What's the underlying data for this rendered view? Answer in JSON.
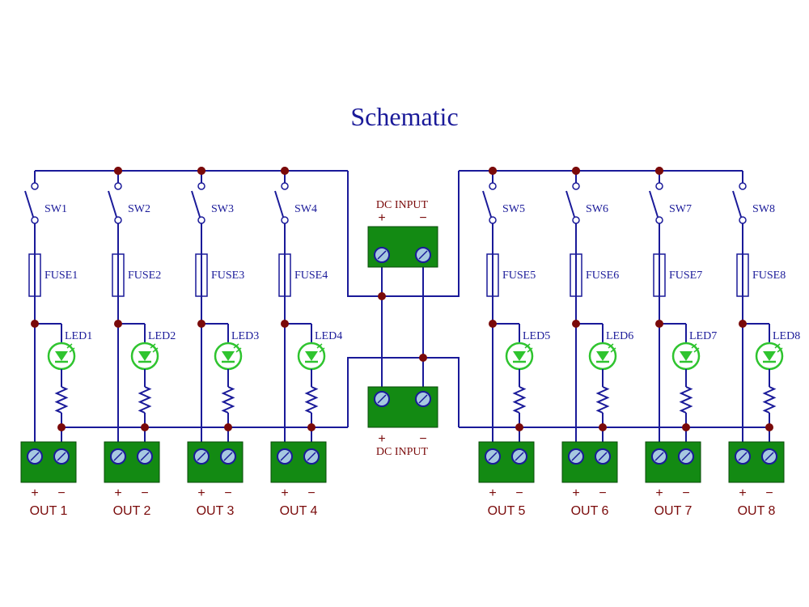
{
  "title": "Schematic",
  "colors": {
    "wire": "#1a1a99",
    "node": "#7a0a0a",
    "terminal_fill": "#138a13",
    "screw_fill": "#a6c8e0",
    "led": "#2fc42f",
    "output_label": "#7a0a0a",
    "component_label": "#1a1a99"
  },
  "dc_input": {
    "top": {
      "label": "DC INPUT",
      "plus": "+",
      "minus": "−"
    },
    "bottom": {
      "label": "DC INPUT",
      "plus": "+",
      "minus": "−"
    }
  },
  "channels": [
    {
      "switch": "SW1",
      "fuse": "FUSE1",
      "led": "LED1",
      "output": "OUT 1",
      "plus": "+",
      "minus": "−"
    },
    {
      "switch": "SW2",
      "fuse": "FUSE2",
      "led": "LED2",
      "output": "OUT 2",
      "plus": "+",
      "minus": "−"
    },
    {
      "switch": "SW3",
      "fuse": "FUSE3",
      "led": "LED3",
      "output": "OUT 3",
      "plus": "+",
      "minus": "−"
    },
    {
      "switch": "SW4",
      "fuse": "FUSE4",
      "led": "LED4",
      "output": "OUT 4",
      "plus": "+",
      "minus": "−"
    },
    {
      "switch": "SW5",
      "fuse": "FUSE5",
      "led": "LED5",
      "output": "OUT 5",
      "plus": "+",
      "minus": "−"
    },
    {
      "switch": "SW6",
      "fuse": "FUSE6",
      "led": "LED6",
      "output": "OUT 6",
      "plus": "+",
      "minus": "−"
    },
    {
      "switch": "SW7",
      "fuse": "FUSE7",
      "led": "LED7",
      "output": "OUT 7",
      "plus": "+",
      "minus": "−"
    },
    {
      "switch": "SW8",
      "fuse": "FUSE8",
      "led": "LED8",
      "output": "OUT 8",
      "plus": "+",
      "minus": "−"
    }
  ]
}
